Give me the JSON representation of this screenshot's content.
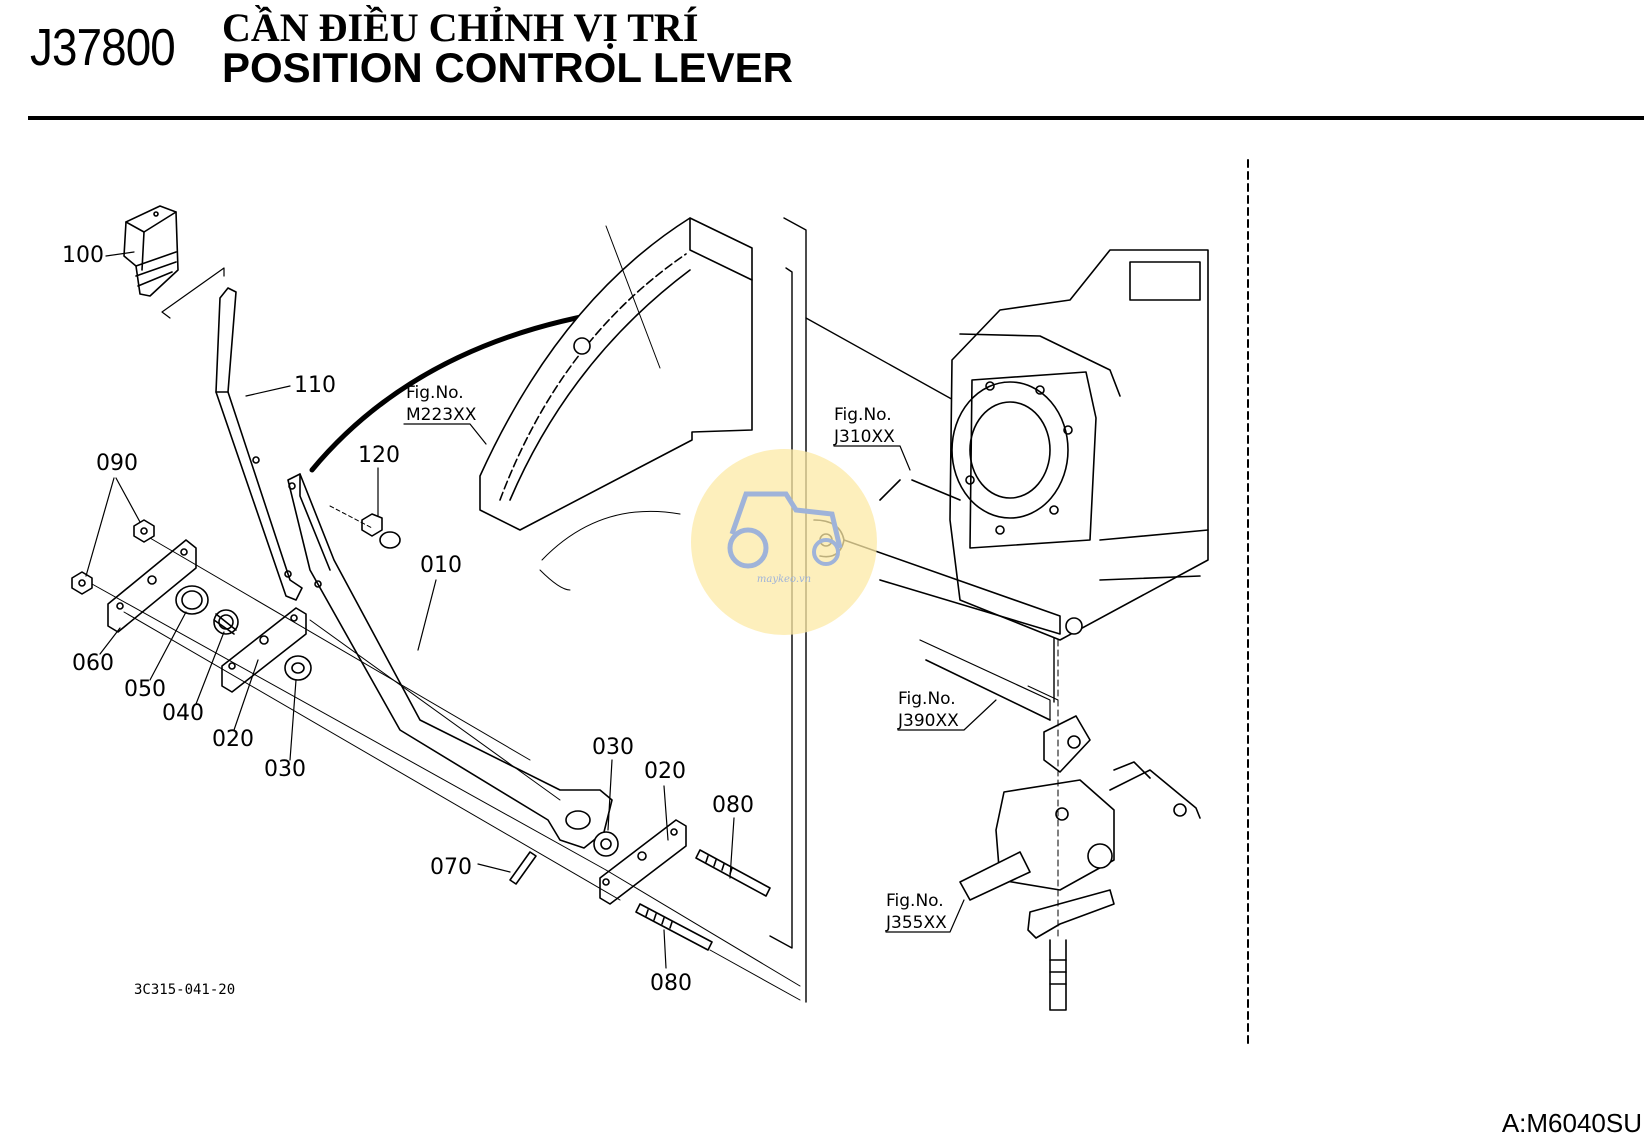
{
  "header": {
    "code": "J37800",
    "title_vi": "CẦN ĐIỀU CHỈNH VỊ TRÍ",
    "title_en": "POSITION CONTROL LEVER"
  },
  "callouts": {
    "p100": "100",
    "p110": "110",
    "p120": "120",
    "p090": "090",
    "p010": "010",
    "p060": "060",
    "p050": "050",
    "p040": "040",
    "p020a": "020",
    "p030a": "030",
    "p030b": "030",
    "p020b": "020",
    "p080a": "080",
    "p070": "070",
    "p080b": "080"
  },
  "figure_refs": {
    "fig_label": "Fig.No.",
    "m223": "M223XX",
    "j310": "J310XX",
    "j390": "J390XX",
    "j355": "J355XX"
  },
  "drawing_number": "3C315-041-20",
  "model": "A:M6040SU",
  "watermark_text": "maykeo.vn",
  "colors": {
    "watermark": "#fce9a6",
    "watermark_icon": "#9fb3d9"
  }
}
